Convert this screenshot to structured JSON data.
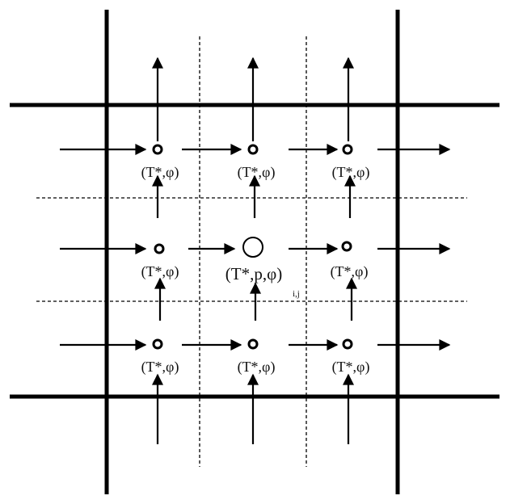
{
  "diagram": {
    "node_label": "(T*,φ)",
    "center_label": "(T*,p,φ)",
    "center_subscript": "i,j"
  }
}
